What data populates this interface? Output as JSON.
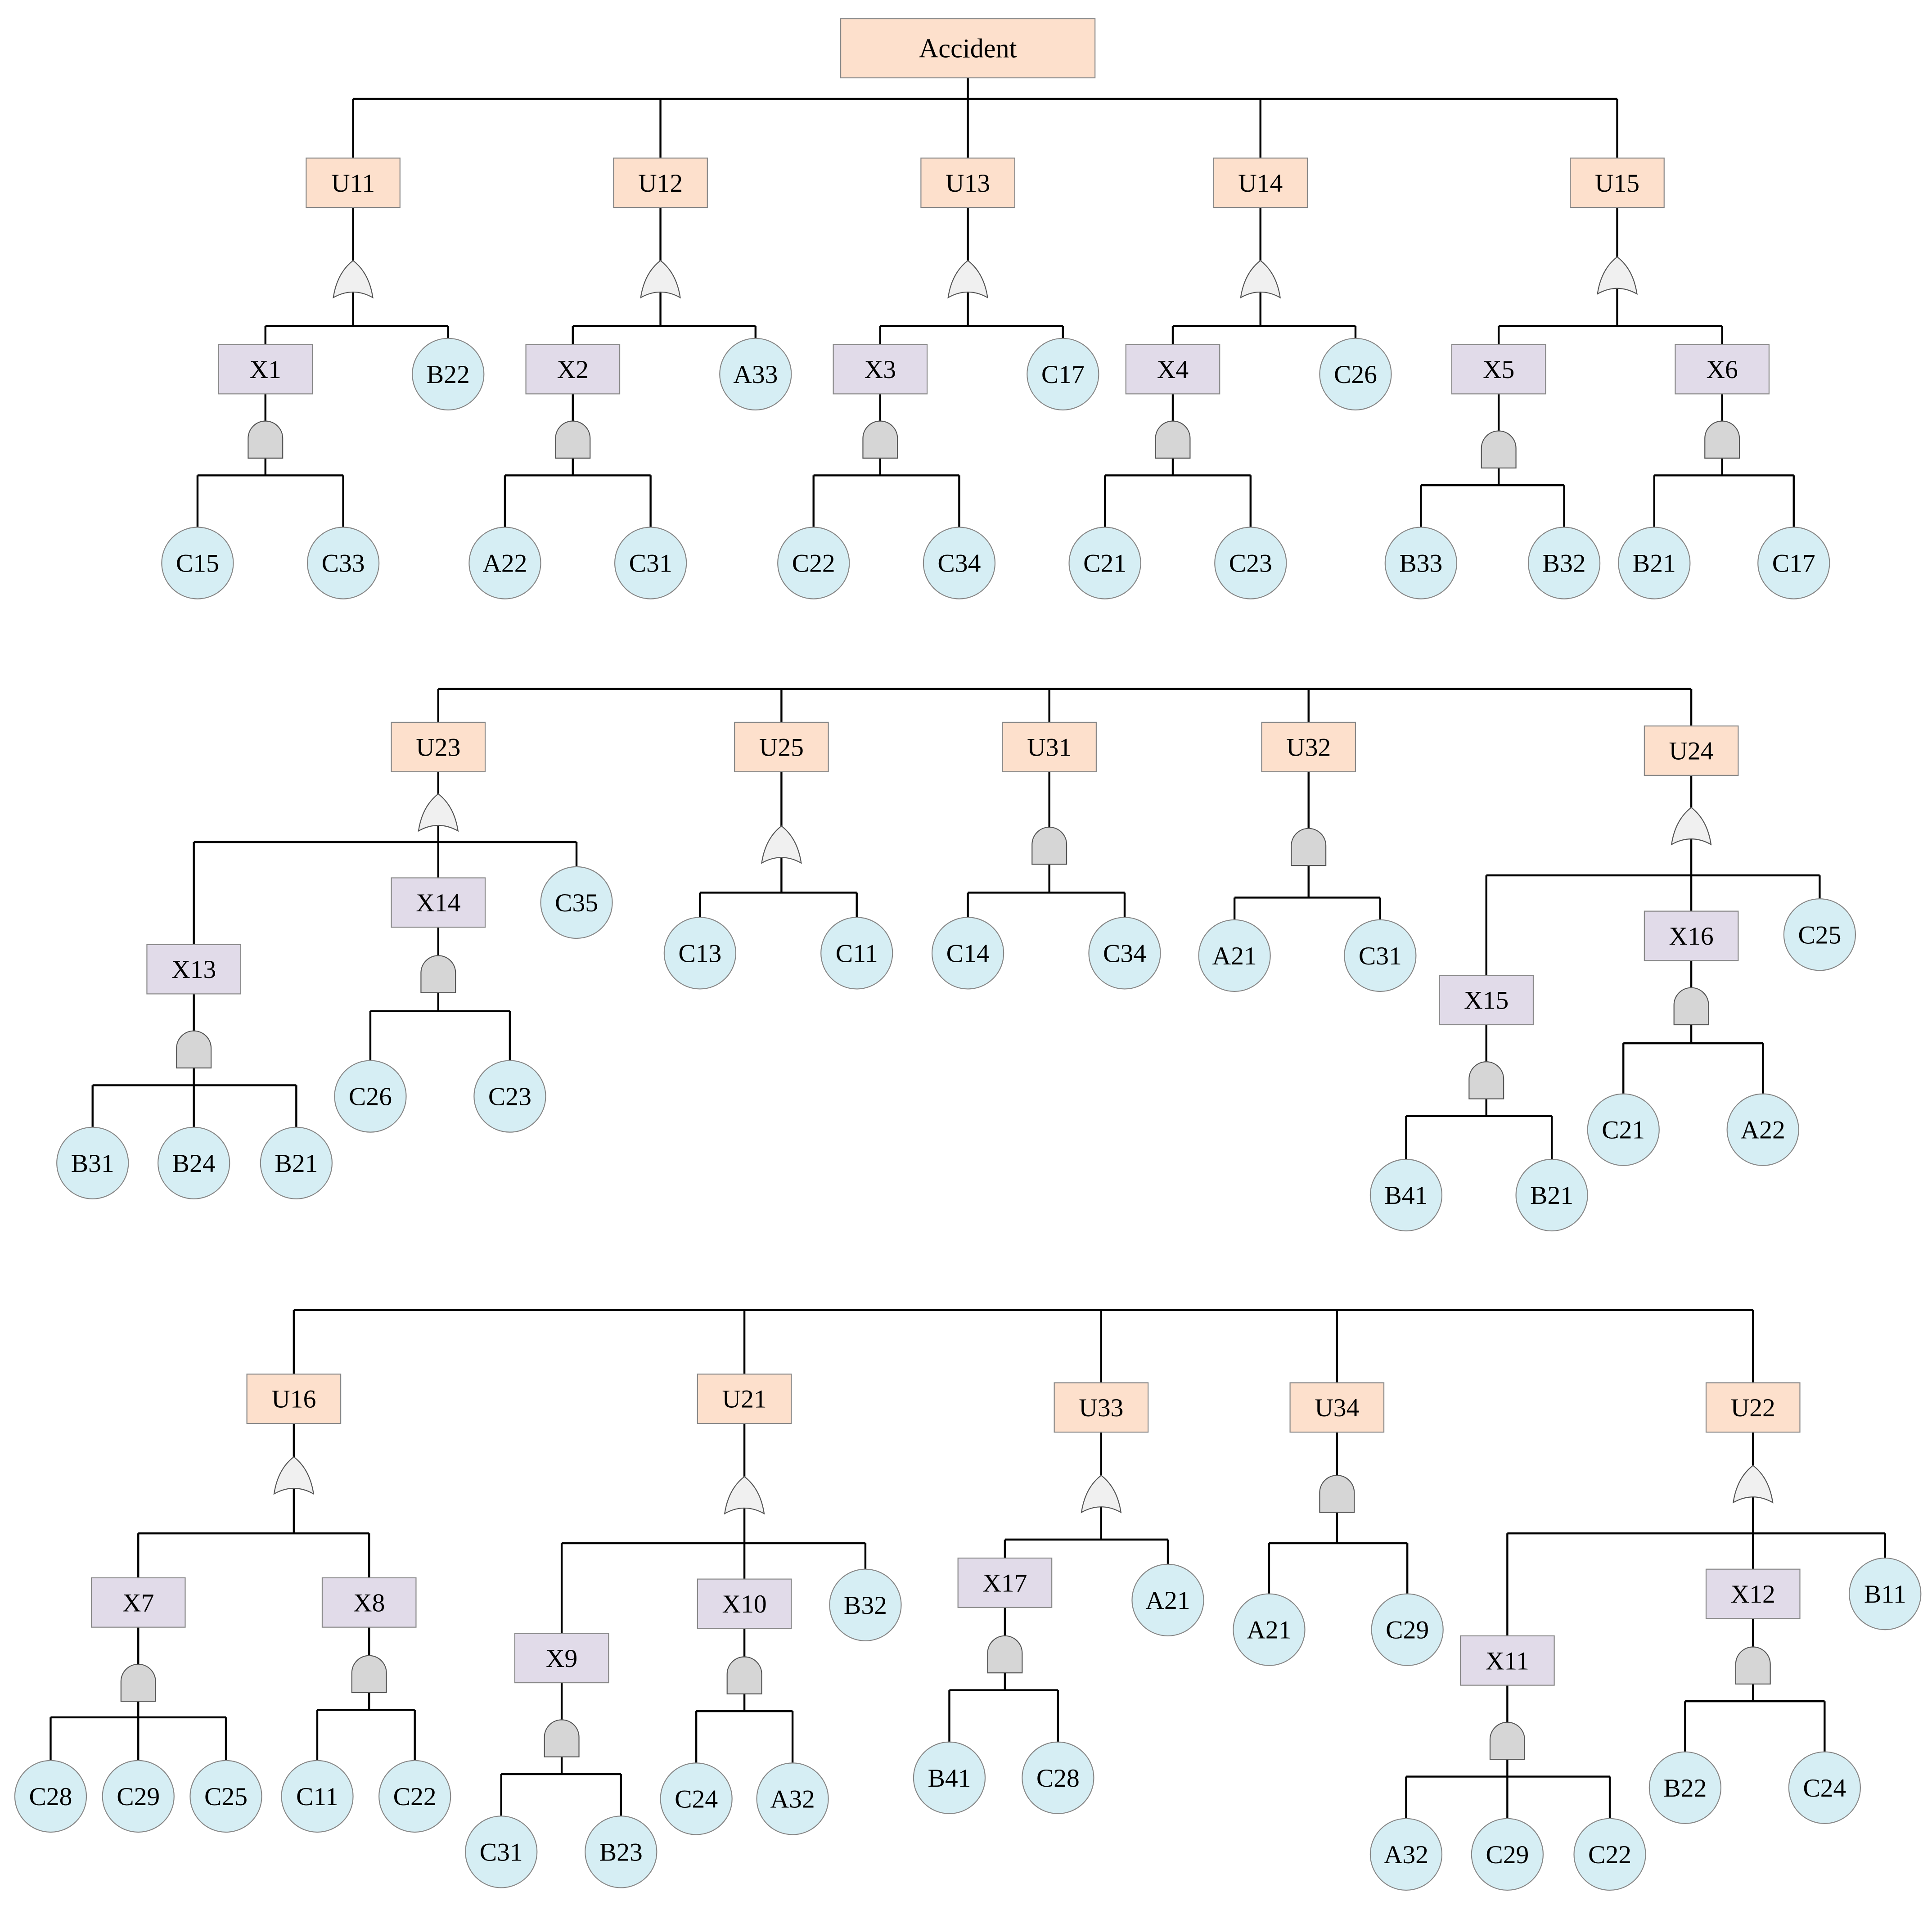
{
  "colors": {
    "event_fill": "#fde0cc",
    "intermediate_fill": "#e1dbe9",
    "basic_fill": "#d6eef4",
    "or_gate_fill": "#f0f0f0",
    "and_gate_fill": "#d6d6d6",
    "line": "#000000",
    "box_stroke": "#888888"
  },
  "nodes": {
    "top": "Accident",
    "u11": "U11",
    "u12": "U12",
    "u13": "U13",
    "u14": "U14",
    "u15": "U15",
    "x1": "X1",
    "x2": "X2",
    "x3": "X3",
    "x4": "X4",
    "x5": "X5",
    "x6": "X6",
    "r1": {
      "b22": "B22",
      "a33": "A33",
      "c17a": "C17",
      "c26": "C26",
      "c15": "C15",
      "c33": "C33",
      "a22": "A22",
      "c31": "C31",
      "c22": "C22",
      "c34": "C34",
      "c21": "C21",
      "c23": "C23",
      "b33": "B33",
      "b32": "B32",
      "b21": "B21",
      "c17b": "C17"
    },
    "u23": "U23",
    "u25": "U25",
    "u31": "U31",
    "u32": "U32",
    "u24": "U24",
    "x13": "X13",
    "x14": "X14",
    "x15": "X15",
    "x16": "X16",
    "r2": {
      "c35": "C35",
      "b31": "B31",
      "b24": "B24",
      "b21a": "B21",
      "c26": "C26",
      "c23": "C23",
      "c13": "C13",
      "c11": "C11",
      "c14": "C14",
      "c34": "C34",
      "a21": "A21",
      "c31": "C31",
      "c25": "C25",
      "b41": "B41",
      "b21b": "B21",
      "c21": "C21",
      "a22": "A22"
    },
    "u16": "U16",
    "u21": "U21",
    "u33": "U33",
    "u34": "U34",
    "u22": "U22",
    "x7": "X7",
    "x8": "X8",
    "x9": "X9",
    "x10": "X10",
    "x11": "X11",
    "x12": "X12",
    "x17": "X17",
    "r3": {
      "c28a": "C28",
      "c29a": "C29",
      "c25": "C25",
      "c11": "C11",
      "c22a": "C22",
      "b32": "B32",
      "c31": "C31",
      "b23": "B23",
      "c24a": "C24",
      "a32a": "A32",
      "a21a": "A21",
      "b41": "B41",
      "c28b": "C28",
      "a21b": "A21",
      "c29b": "C29",
      "b11": "B11",
      "a32b": "A32",
      "c29c": "C29",
      "c22b": "C22",
      "b22": "B22",
      "c24b": "C24"
    }
  }
}
